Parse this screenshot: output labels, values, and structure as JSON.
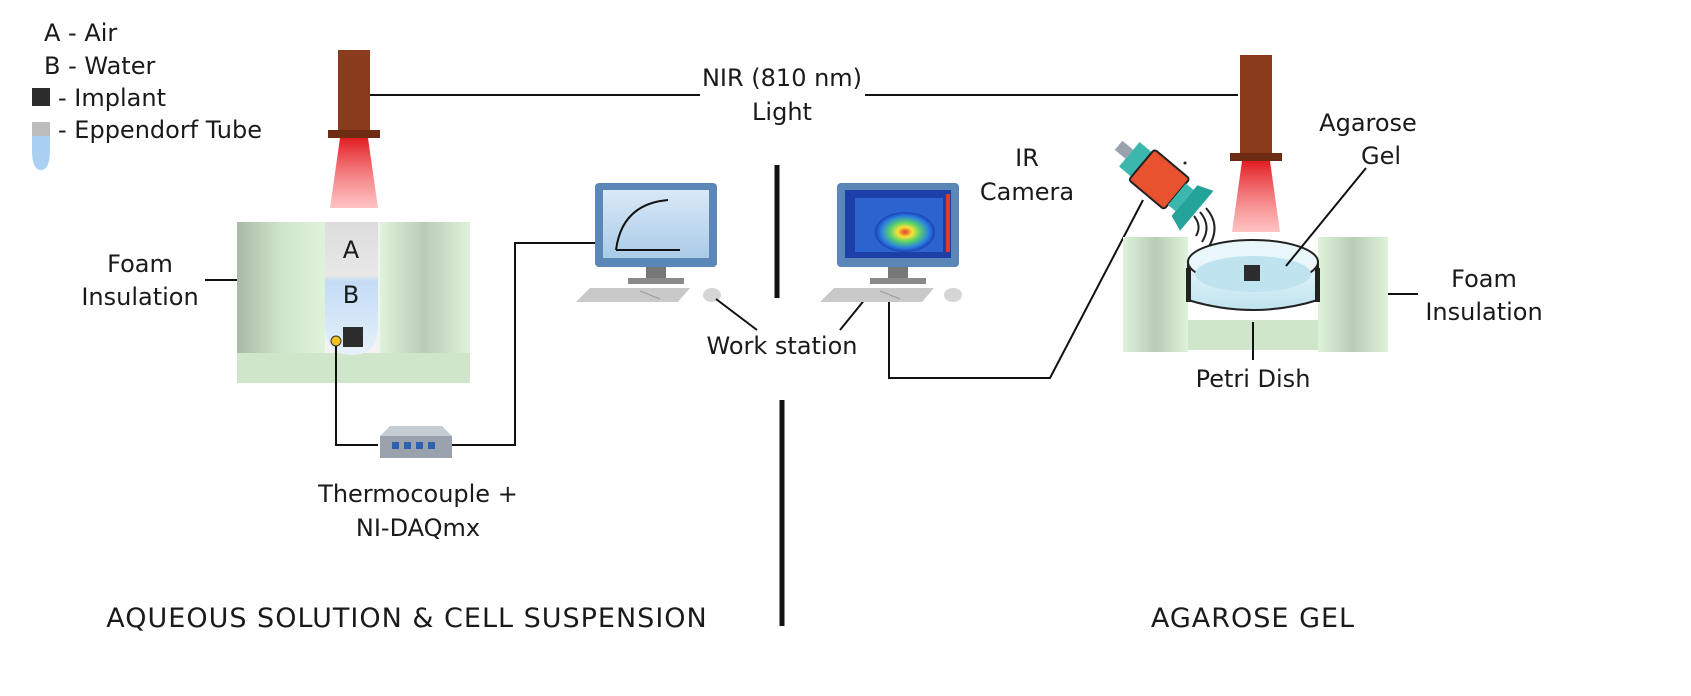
{
  "legend": {
    "air": "A - Air",
    "water": "B - Water",
    "implant": "- Implant",
    "eppendorf": "- Eppendorf Tube"
  },
  "light": {
    "line1": "NIR (810 nm)",
    "line2": "Light"
  },
  "left": {
    "foam_line1": "Foam",
    "foam_line2": "Insulation",
    "tube_air": "A",
    "tube_water": "B",
    "daq_line1": "Thermocouple +",
    "daq_line2": "NI-DAQmx",
    "section_title": "AQUEOUS SOLUTION & CELL SUSPENSION"
  },
  "center": {
    "workstation": "Work station"
  },
  "right": {
    "camera_line1": "IR",
    "camera_line2": "Camera",
    "gel_line1": "Agarose",
    "gel_line2": "Gel",
    "foam_line1": "Foam",
    "foam_line2": "Insulation",
    "petri": "Petri Dish",
    "section_title": "AGAROSE GEL"
  },
  "colors": {
    "laser_body": "#8a3b1c",
    "beam": "#e8242a",
    "foam": "#d6ecd2",
    "water": "#bcd9f3",
    "implant": "#2c2c2c",
    "monitor_frame": "#5a87b8"
  }
}
